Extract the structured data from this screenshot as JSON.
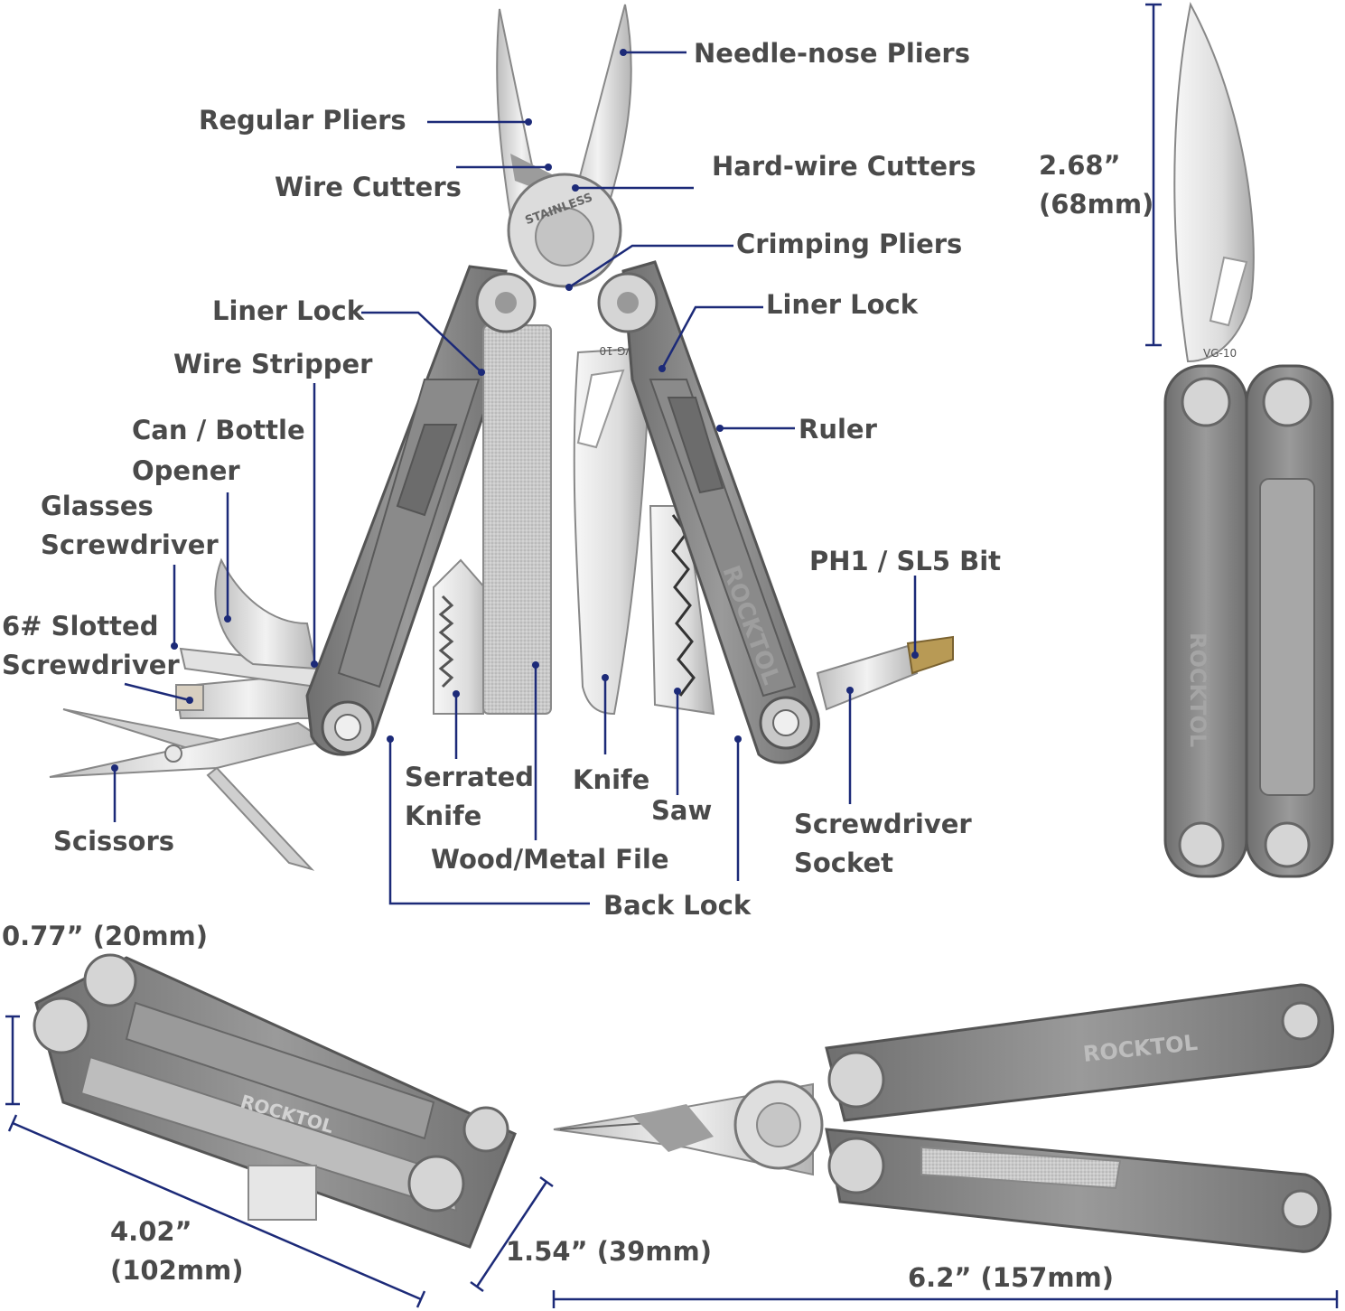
{
  "brand": "ROCKTOL",
  "blade_stamp": "VG-10",
  "pivot_stamp": "STAINLESS",
  "colors": {
    "leader": "#1c2a78",
    "label": "#4a4a4a",
    "handle": "#7e7e7e",
    "steel": "#d4d4d4"
  },
  "labels": {
    "needle_nose_pliers": "Needle-nose Pliers",
    "regular_pliers": "Regular Pliers",
    "hard_wire_cutters": "Hard-wire Cutters",
    "wire_cutters": "Wire Cutters",
    "crimping_pliers": "Crimping Pliers",
    "liner_lock_left": "Liner Lock",
    "liner_lock_right": "Liner Lock",
    "wire_stripper": "Wire Stripper",
    "can_bottle_opener_1": "Can / Bottle",
    "can_bottle_opener_2": "Opener",
    "glasses_screwdriver_1": "Glasses",
    "glasses_screwdriver_2": "Screwdriver",
    "ruler": "Ruler",
    "ph1_sl5_bit": "PH1 / SL5 Bit",
    "slotted_screwdriver_1": "6# Slotted",
    "slotted_screwdriver_2": "Screwdriver",
    "serrated_knife_1": "Serrated",
    "serrated_knife_2": "Knife",
    "knife": "Knife",
    "saw": "Saw",
    "screwdriver_socket_1": "Screwdriver",
    "screwdriver_socket_2": "Socket",
    "scissors": "Scissors",
    "wood_metal_file": "Wood/Metal File",
    "back_lock": "Back Lock"
  },
  "dimensions": {
    "blade_length_in": "2.68”",
    "blade_length_mm": "(68mm)",
    "thickness": "0.77”  (20mm)",
    "closed_length_in": "4.02”",
    "closed_length_mm": "(102mm)",
    "width": "1.54”  (39mm)",
    "open_length": "6.2”  (157mm)"
  }
}
